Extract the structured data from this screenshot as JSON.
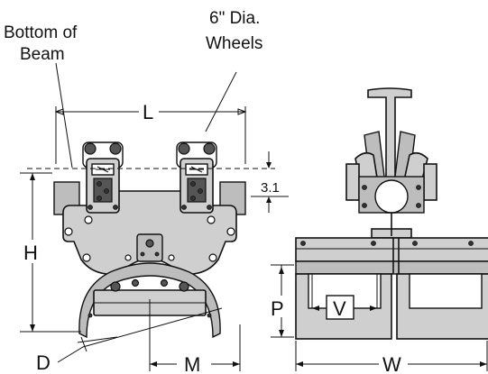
{
  "labels": {
    "bottom_of_beam_line1": "Bottom of",
    "bottom_of_beam_line2": "Beam",
    "wheels_line1": "6\" Dia.",
    "wheels_line2": "Wheels",
    "L": "L",
    "H": "H",
    "D": "D",
    "M": "M",
    "dim_3_1": "3.1",
    "V": "V",
    "P": "P",
    "W": "W"
  }
}
